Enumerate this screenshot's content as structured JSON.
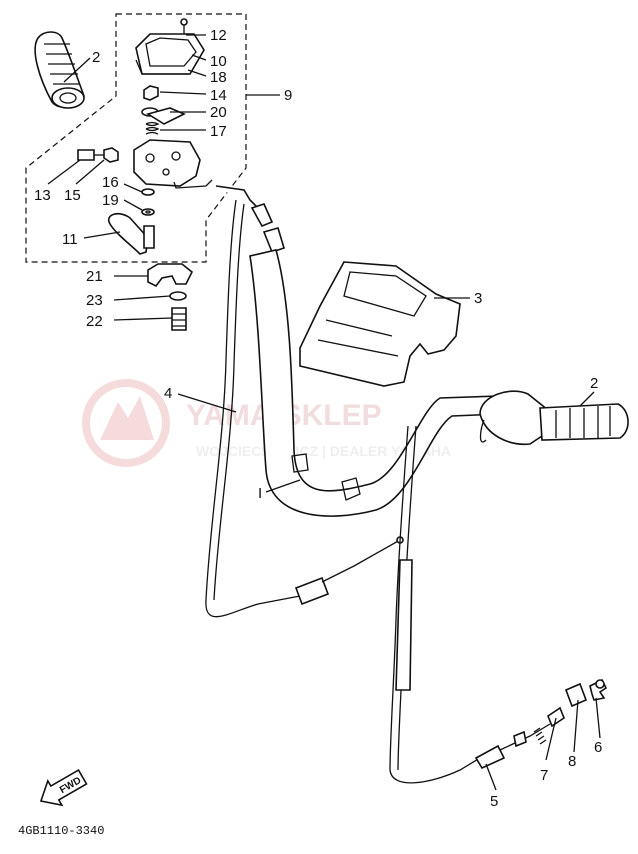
{
  "diagram": {
    "part_labels": {
      "p12": "12",
      "p10": "10",
      "p18": "18",
      "p9": "9",
      "p2_left": "2",
      "p14": "14",
      "p20": "20",
      "p17": "17",
      "p13": "13",
      "p15": "15",
      "p16": "16",
      "p19": "19",
      "p11": "11",
      "p21": "21",
      "p23": "23",
      "p22": "22",
      "p3": "3",
      "p4": "4",
      "p2_right": "2",
      "p1": "I",
      "p7": "7",
      "p8": "8",
      "p6": "6",
      "p5": "5"
    },
    "watermark_title": "YAMA-SKLEP",
    "watermark_subtitle": "WOJCIECHOWICZ | DEALER YAMAHA",
    "fwd_badge": "FWD",
    "diagram_code": "4GB1110-3340"
  }
}
